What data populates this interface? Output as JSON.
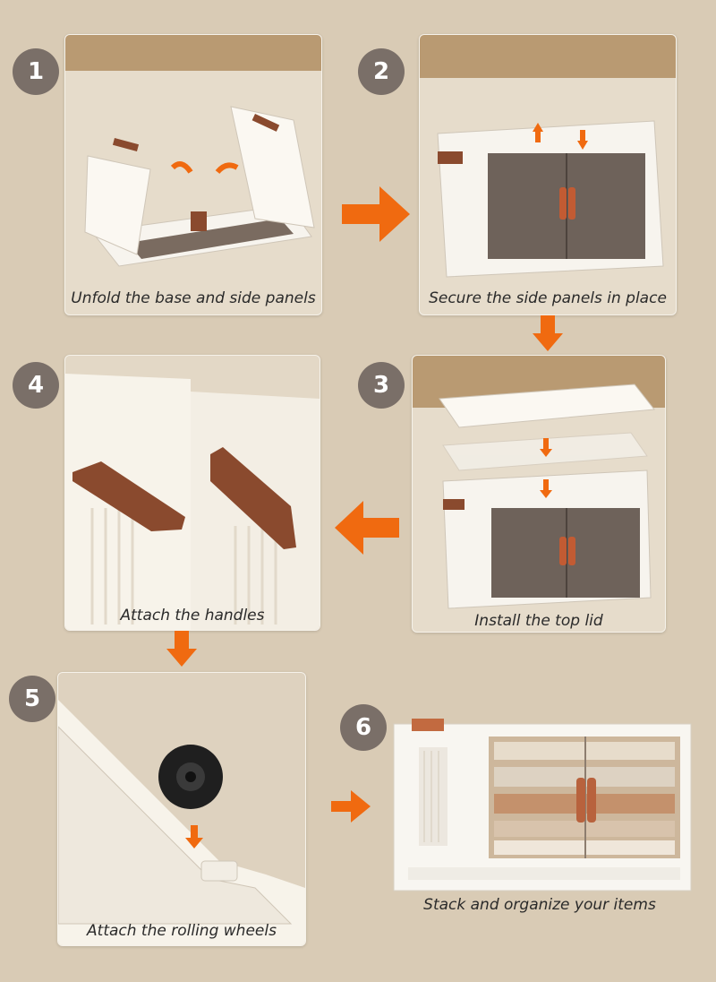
{
  "steps": [
    {
      "number": "1",
      "caption": "Unfold the base and side panels"
    },
    {
      "number": "2",
      "caption": "Secure the side panels in place"
    },
    {
      "number": "3",
      "caption": "Install the top lid"
    },
    {
      "number": "4",
      "caption": "Attach the handles"
    },
    {
      "number": "5",
      "caption": "Attach the rolling wheels"
    },
    {
      "number": "6",
      "caption": "Stack and organize your items"
    }
  ],
  "colors": {
    "background": "#d9cbb5",
    "badge": "#7a6f68",
    "arrow": "#f06a10",
    "handle": "#8a4a2e",
    "box": "#f4f1ea",
    "door": "#6e625a"
  },
  "icons": {
    "flow_arrow": "arrow-right-icon",
    "down_arrow": "arrow-down-icon",
    "left_arrow": "arrow-left-icon"
  }
}
